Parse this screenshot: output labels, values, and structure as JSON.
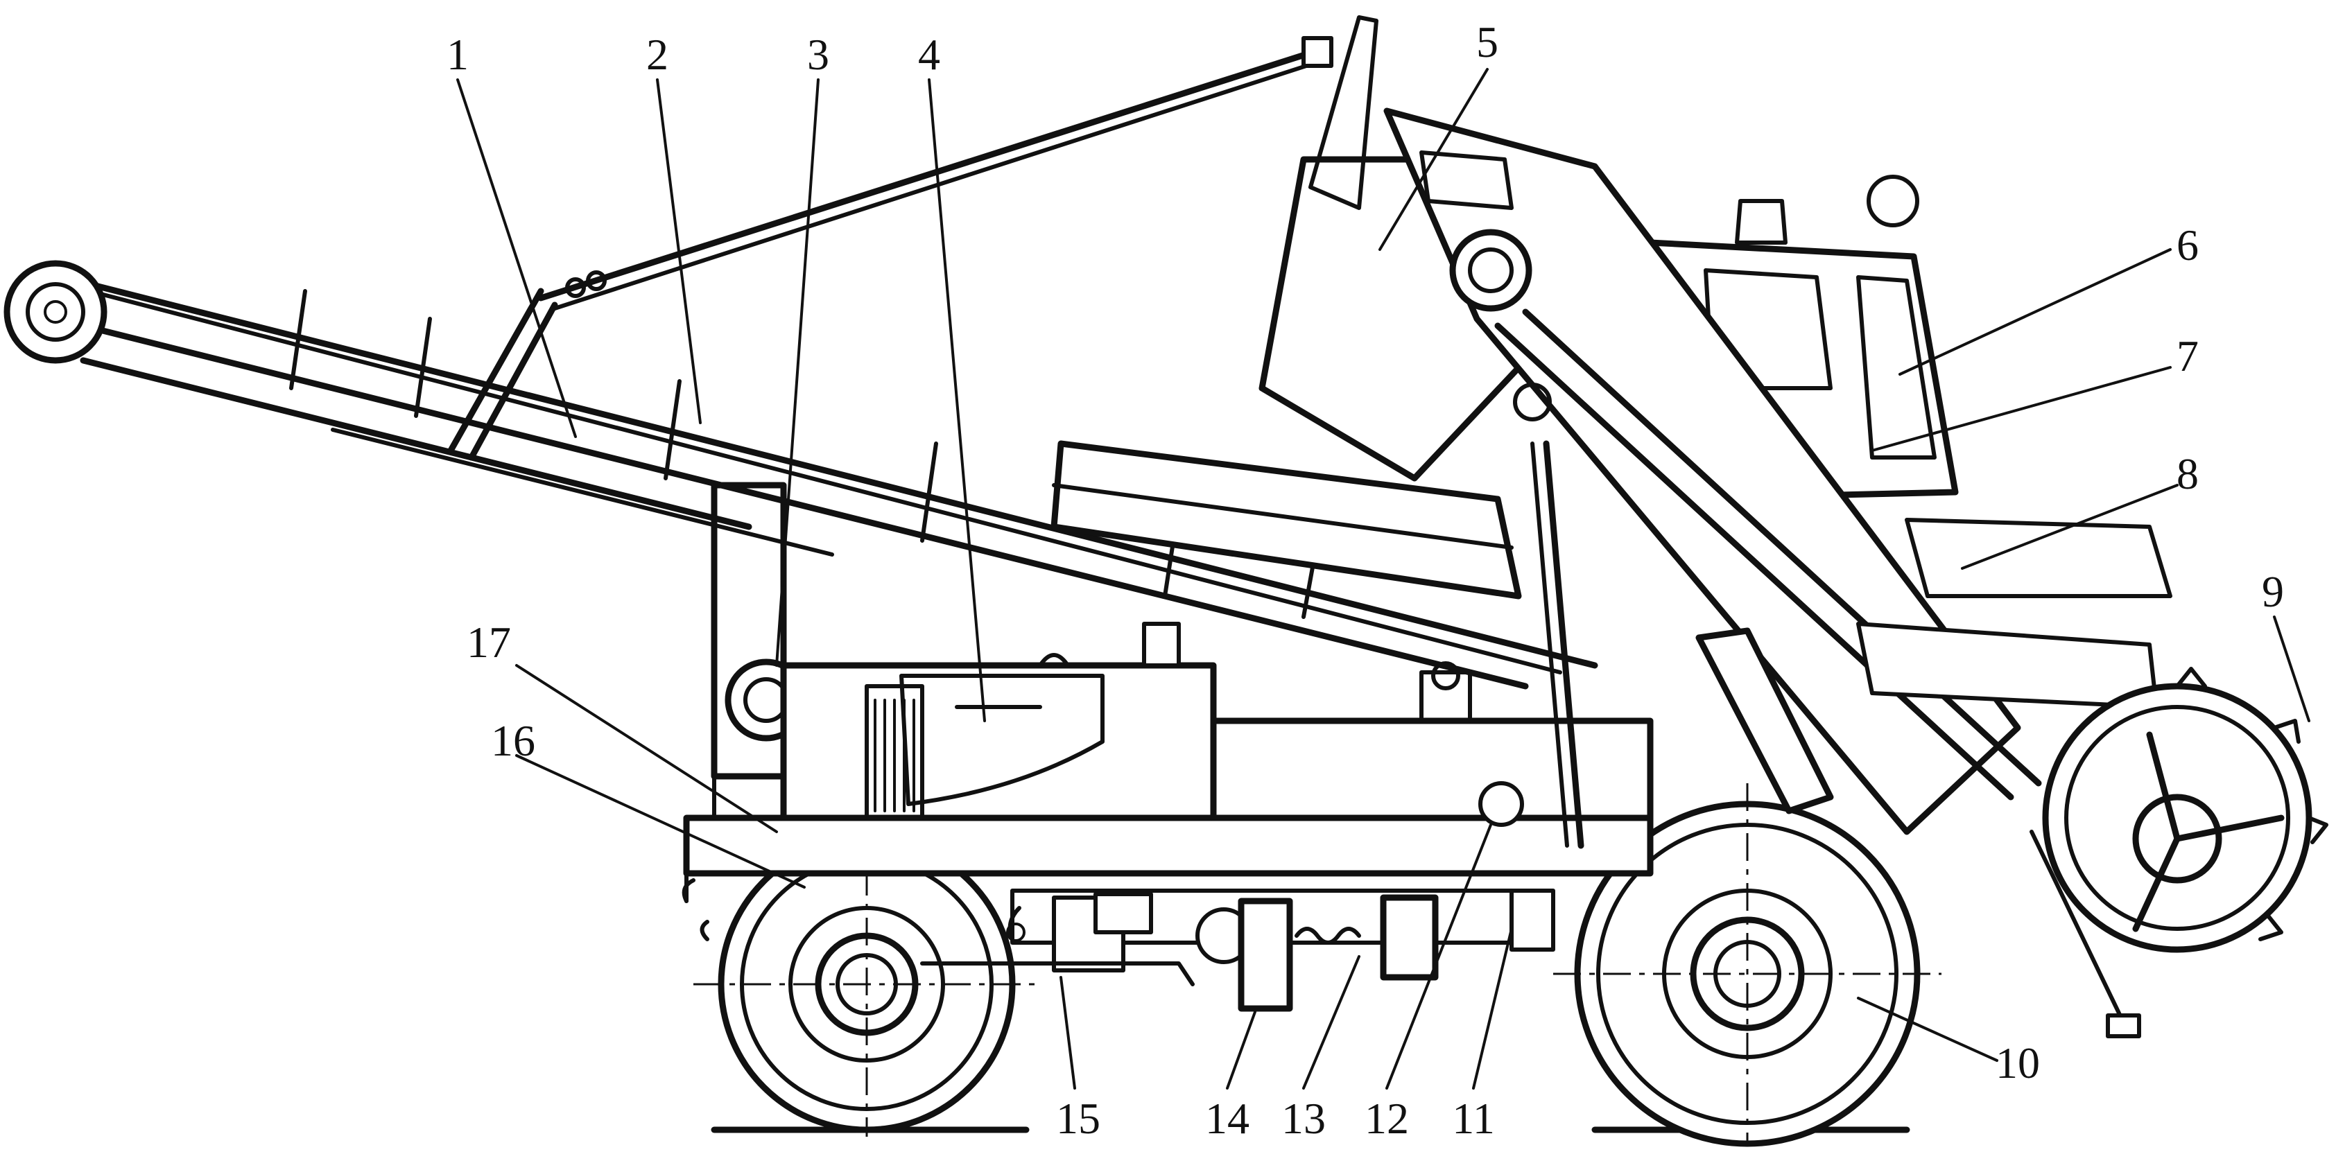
{
  "figure": {
    "background": "#ffffff",
    "ink": "#111111"
  },
  "callouts": [
    {
      "id": "1",
      "text": "1"
    },
    {
      "id": "2",
      "text": "2"
    },
    {
      "id": "3",
      "text": "3"
    },
    {
      "id": "4",
      "text": "4"
    },
    {
      "id": "5",
      "text": "5"
    },
    {
      "id": "6",
      "text": "6"
    },
    {
      "id": "7",
      "text": "7"
    },
    {
      "id": "8",
      "text": "8"
    },
    {
      "id": "9",
      "text": "9"
    },
    {
      "id": "10",
      "text": "10"
    },
    {
      "id": "11",
      "text": "11"
    },
    {
      "id": "12",
      "text": "12"
    },
    {
      "id": "13",
      "text": "13"
    },
    {
      "id": "14",
      "text": "14"
    },
    {
      "id": "15",
      "text": "15"
    },
    {
      "id": "16",
      "text": "16"
    },
    {
      "id": "17",
      "text": "17"
    }
  ]
}
